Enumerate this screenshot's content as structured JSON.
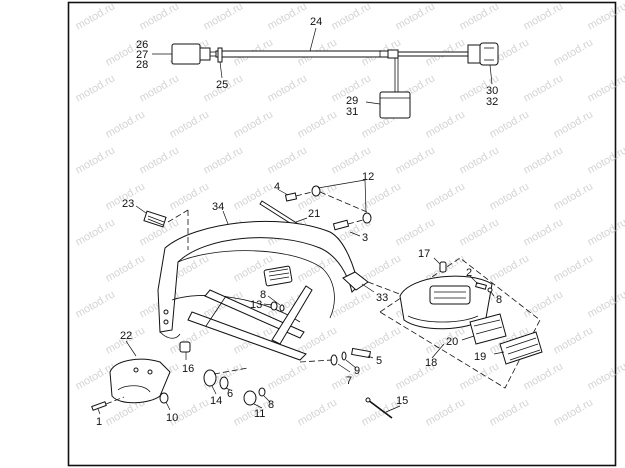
{
  "watermark": {
    "text": "motod.ru"
  },
  "callouts": {
    "c1": "1",
    "c2": "2",
    "c3": "3",
    "c4": "4",
    "c5": "5",
    "c6": "6",
    "c7": "7",
    "c8a": "8",
    "c8b": "8",
    "c8c": "8",
    "c9": "9",
    "c10": "10",
    "c11": "11",
    "c12": "12",
    "c13": "13",
    "c14": "14",
    "c15": "15",
    "c16": "16",
    "c17": "17",
    "c18": "18",
    "c19": "19",
    "c20": "20",
    "c21": "21",
    "c22": "22",
    "c23": "23",
    "c24": "24",
    "c25": "25",
    "c26": "26",
    "c27": "27",
    "c28": "28",
    "c29": "29",
    "c30": "30",
    "c31": "31",
    "c32": "32",
    "c33": "33",
    "c34": "34"
  }
}
